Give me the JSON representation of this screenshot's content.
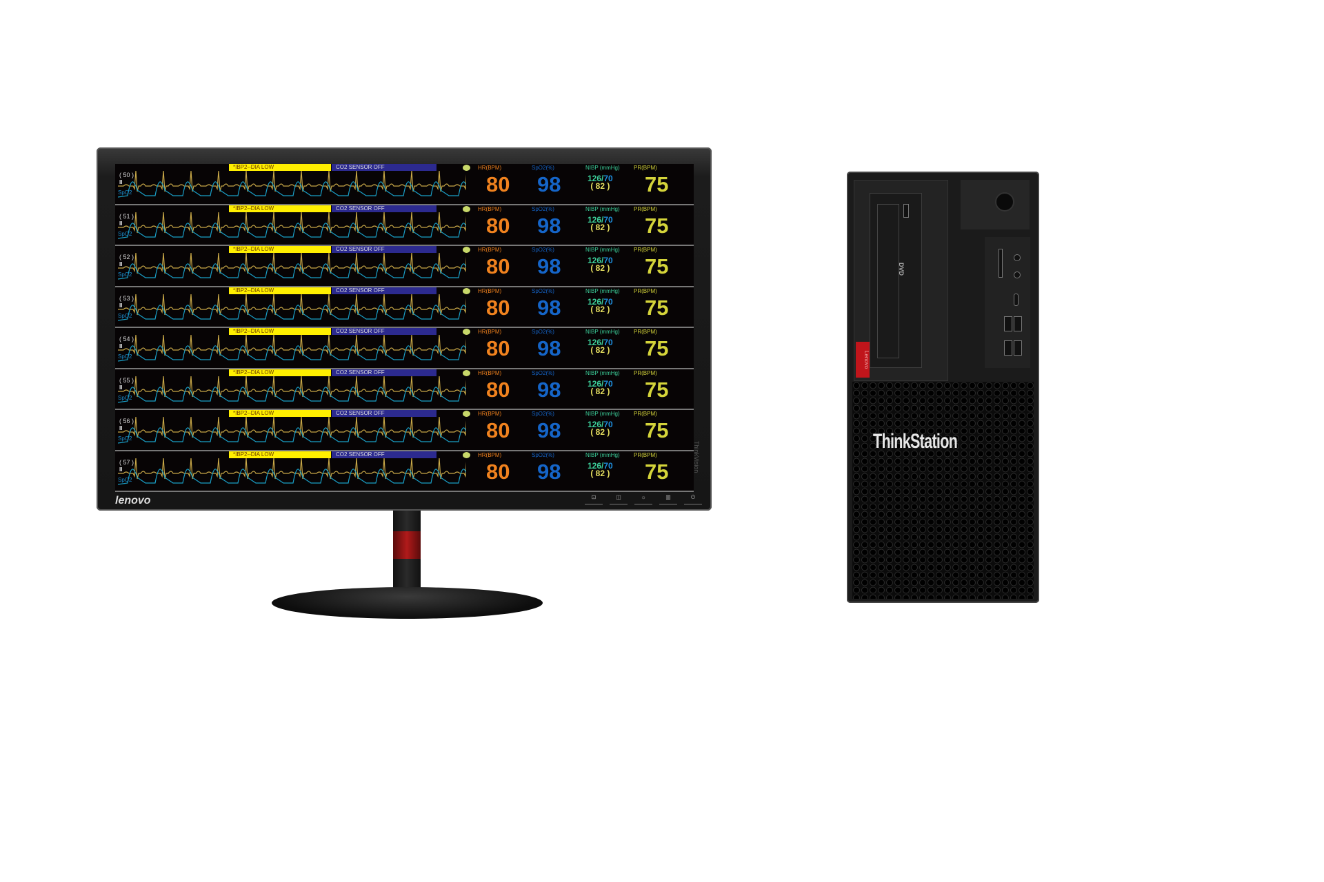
{
  "monitor": {
    "brand": "lenovo",
    "side_label": "ThinkVision",
    "buttons": [
      "input",
      "menu",
      "brightness",
      "info",
      "power"
    ],
    "colors": {
      "hr": "#f0821e",
      "spo2": "#1565c8",
      "nibp_sys": "#3ccf9a",
      "nibp_dia": "#1e90e0",
      "nibp_mean": "#e6e060",
      "pr": "#d4d43a",
      "ecg": "#c8a848",
      "pleth": "#1aa0c8",
      "alarm_yellow": "#ffef00",
      "alarm_blue": "#2c2a8f"
    },
    "rows": [
      {
        "bed": "( 50 )",
        "lead": "II",
        "pleth_label": "SpO2",
        "alarm1": "*IBP2--DIA LOW",
        "alarm2": "CO2 SENSOR OFF",
        "hr_label": "HR(BPM)",
        "hr": "80",
        "spo2_label": "SpO2(%)",
        "spo2": "98",
        "nibp_label": "NIBP (mmHg)",
        "nibp_sys": "126/",
        "nibp_dia": "70",
        "nibp_mean": "( 82 )",
        "pr_label": "PR(BPM)",
        "pr": "75"
      },
      {
        "bed": "( 51 )",
        "lead": "II",
        "pleth_label": "SpO2",
        "alarm1": "*IBP2--DIA LOW",
        "alarm2": "CO2 SENSOR OFF",
        "hr_label": "HR(BPM)",
        "hr": "80",
        "spo2_label": "SpO2(%)",
        "spo2": "98",
        "nibp_label": "NIBP (mmHg)",
        "nibp_sys": "126/",
        "nibp_dia": "70",
        "nibp_mean": "( 82 )",
        "pr_label": "PR(BPM)",
        "pr": "75"
      },
      {
        "bed": "( 52 )",
        "lead": "II",
        "pleth_label": "SpO2",
        "alarm1": "*IBP2--DIA LOW",
        "alarm2": "CO2 SENSOR OFF",
        "hr_label": "HR(BPM)",
        "hr": "80",
        "spo2_label": "SpO2(%)",
        "spo2": "98",
        "nibp_label": "NIBP (mmHg)",
        "nibp_sys": "126/",
        "nibp_dia": "70",
        "nibp_mean": "( 82 )",
        "pr_label": "PR(BPM)",
        "pr": "75"
      },
      {
        "bed": "( 53 )",
        "lead": "II",
        "pleth_label": "SpO2",
        "alarm1": "*IBP2--DIA LOW",
        "alarm2": "CO2 SENSOR OFF",
        "hr_label": "HR(BPM)",
        "hr": "80",
        "spo2_label": "SpO2(%)",
        "spo2": "98",
        "nibp_label": "NIBP (mmHg)",
        "nibp_sys": "126/",
        "nibp_dia": "70",
        "nibp_mean": "( 82 )",
        "pr_label": "PR(BPM)",
        "pr": "75"
      },
      {
        "bed": "( 54 )",
        "lead": "II",
        "pleth_label": "SpO2",
        "alarm1": "*IBP2--DIA LOW",
        "alarm2": "CO2 SENSOR OFF",
        "hr_label": "HR(BPM)",
        "hr": "80",
        "spo2_label": "SpO2(%)",
        "spo2": "98",
        "nibp_label": "NIBP (mmHg)",
        "nibp_sys": "126/",
        "nibp_dia": "70",
        "nibp_mean": "( 82 )",
        "pr_label": "PR(BPM)",
        "pr": "75"
      },
      {
        "bed": "( 55 )",
        "lead": "II",
        "pleth_label": "SpO2",
        "alarm1": "*IBP2--DIA LOW",
        "alarm2": "CO2 SENSOR OFF",
        "hr_label": "HR(BPM)",
        "hr": "80",
        "spo2_label": "SpO2(%)",
        "spo2": "98",
        "nibp_label": "NIBP (mmHg)",
        "nibp_sys": "126/",
        "nibp_dia": "70",
        "nibp_mean": "( 82 )",
        "pr_label": "PR(BPM)",
        "pr": "75"
      },
      {
        "bed": "( 56 )",
        "lead": "II",
        "pleth_label": "SpO2",
        "alarm1": "*IBP2--DIA LOW",
        "alarm2": "CO2 SENSOR OFF",
        "hr_label": "HR(BPM)",
        "hr": "80",
        "spo2_label": "SpO2(%)",
        "spo2": "98",
        "nibp_label": "NIBP (mmHg)",
        "nibp_sys": "126/",
        "nibp_dia": "70",
        "nibp_mean": "( 82 )",
        "pr_label": "PR(BPM)",
        "pr": "75"
      },
      {
        "bed": "( 57 )",
        "lead": "II",
        "pleth_label": "SpO2",
        "alarm1": "*IBP2--DIA LOW",
        "alarm2": "CO2 SENSOR OFF",
        "hr_label": "HR(BPM)",
        "hr": "80",
        "spo2_label": "SpO2(%)",
        "spo2": "98",
        "nibp_label": "NIBP (mmHg)",
        "nibp_sys": "126/",
        "nibp_dia": "70",
        "nibp_mean": "( 82 )",
        "pr_label": "PR(BPM)",
        "pr": "75"
      }
    ]
  },
  "tower": {
    "brand": "ThinkStation",
    "tag": "Lenovo",
    "drive_label": "DVD"
  }
}
